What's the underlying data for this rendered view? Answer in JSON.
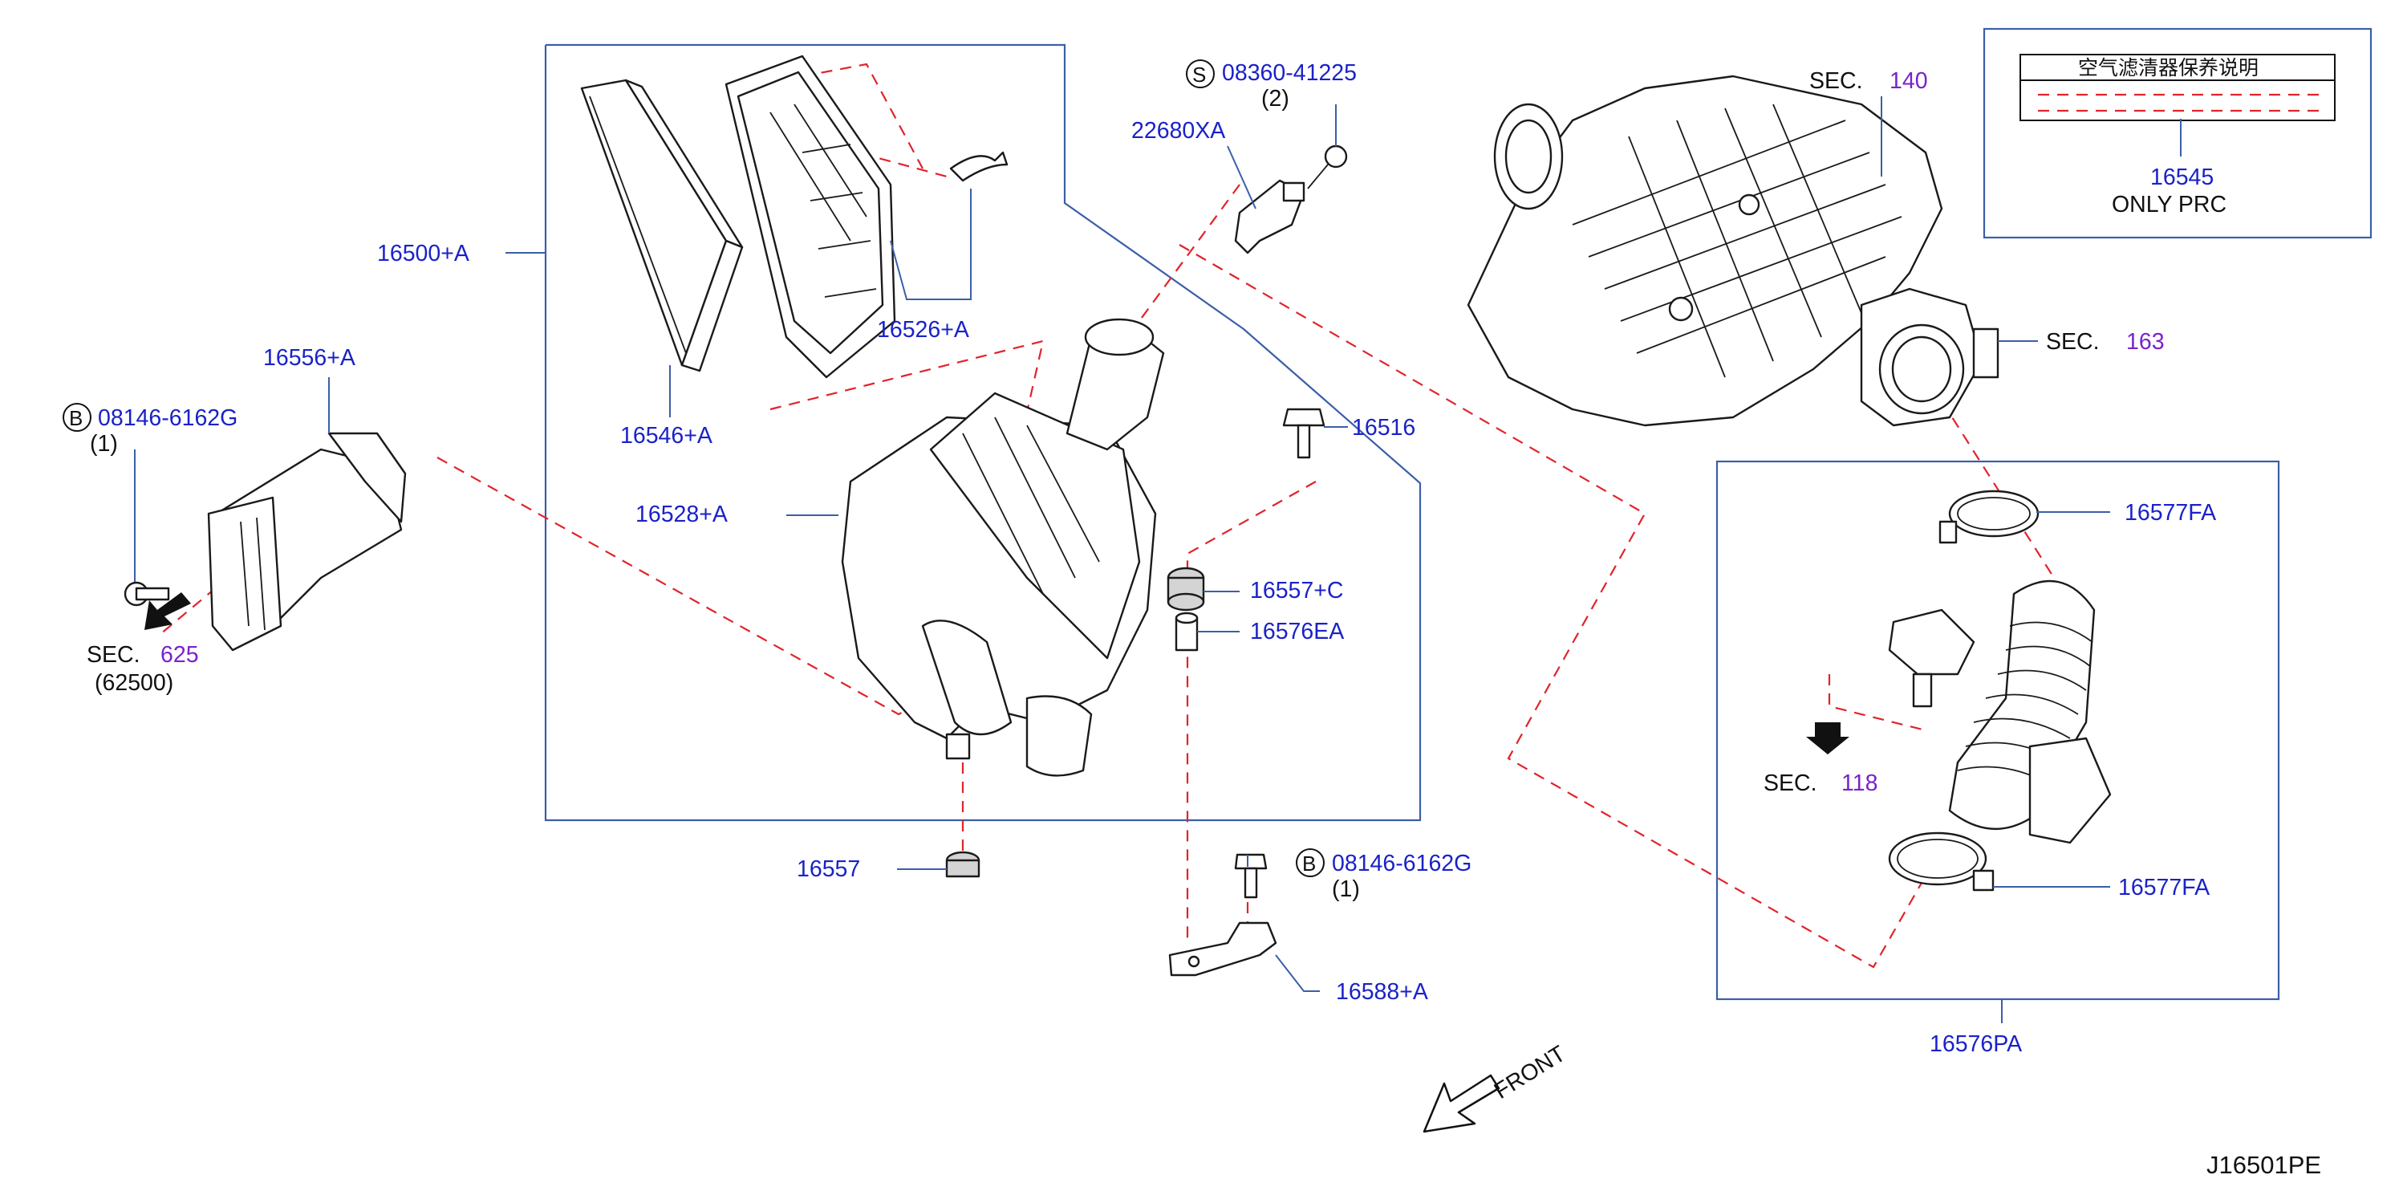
{
  "labels": {
    "p16500": "16500+A",
    "p16546": "16546+A",
    "p16526": "16526+A",
    "p16528": "16528+A",
    "p16516": "16516",
    "p16557c": "16557+C",
    "p16576ea": "16576EA",
    "p16557": "16557",
    "p16556": "16556+A",
    "p22680": "22680XA",
    "p08360": "08360-41225",
    "p08146a": "08146-6162G",
    "p08146b": "08146-6162G",
    "p16588": "16588+A",
    "p16545": "16545",
    "p16577fa_top": "16577FA",
    "p16577fa_bot": "16577FA",
    "p16576pa": "16576PA"
  },
  "qty": {
    "q08360": "(2)",
    "q08146a": "(1)",
    "q08146b": "(1)"
  },
  "circled": {
    "s": "S",
    "b1": "B",
    "b2": "B"
  },
  "sections": {
    "sec_word": "SEC.",
    "sec140": "140",
    "sec163": "163",
    "sec118": "118",
    "sec625": "625",
    "sec625_sub": "(62500)"
  },
  "notice": {
    "chinese": "空气滤清器保养说明",
    "only_prc": "ONLY   PRC"
  },
  "front": "FRONT",
  "figure_code": "J16501PE",
  "colors": {
    "part_number": "#1a22c8",
    "section_number": "#7a22cc",
    "dashed_line": "#e0242b",
    "frame": "#3b5fa8"
  }
}
